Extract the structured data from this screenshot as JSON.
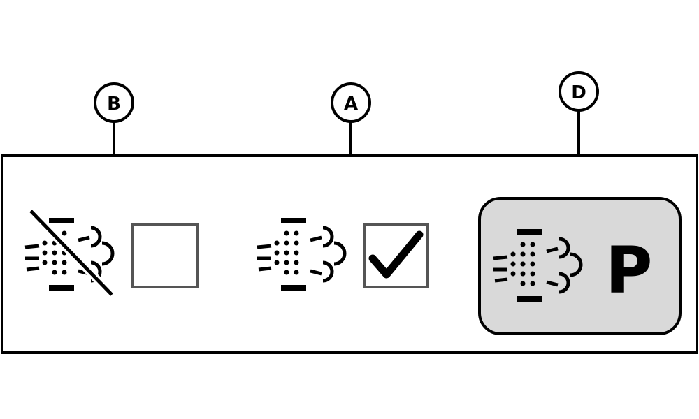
{
  "callouts": {
    "b": {
      "letter": "B"
    },
    "a": {
      "letter": "A"
    },
    "d": {
      "letter": "D"
    }
  },
  "panel": {
    "items": [
      {
        "icon": "filter-regeneration-disabled-icon",
        "checkbox_state": "unchecked"
      },
      {
        "icon": "filter-regeneration-icon",
        "checkbox_state": "checked"
      },
      {
        "icon": "parked-regeneration-icon",
        "button_label": "P"
      }
    ]
  },
  "colors": {
    "line": "#000000",
    "button_fill": "#d9d9d9",
    "checkbox_border": "#555555"
  }
}
